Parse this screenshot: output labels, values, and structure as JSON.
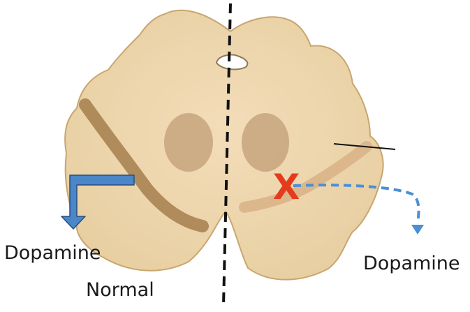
{
  "diagram": {
    "labels": {
      "dopamine_left": "Dopamine",
      "dopamine_right": "Dopamine",
      "normal": "Normal"
    },
    "marker": "X",
    "colors": {
      "section_fill": "#efd7b0",
      "section_outline": "#c8a66e",
      "nucleus_fill": "#c9a780",
      "pathway_normal": "#a57e4c",
      "pathway_lesioned": "#d9b487",
      "arrow_normal": "#4a86c8",
      "arrow_lesioned": "#4b8fd6",
      "lesion_marker": "#e53a1c",
      "midline": "#111111"
    }
  }
}
